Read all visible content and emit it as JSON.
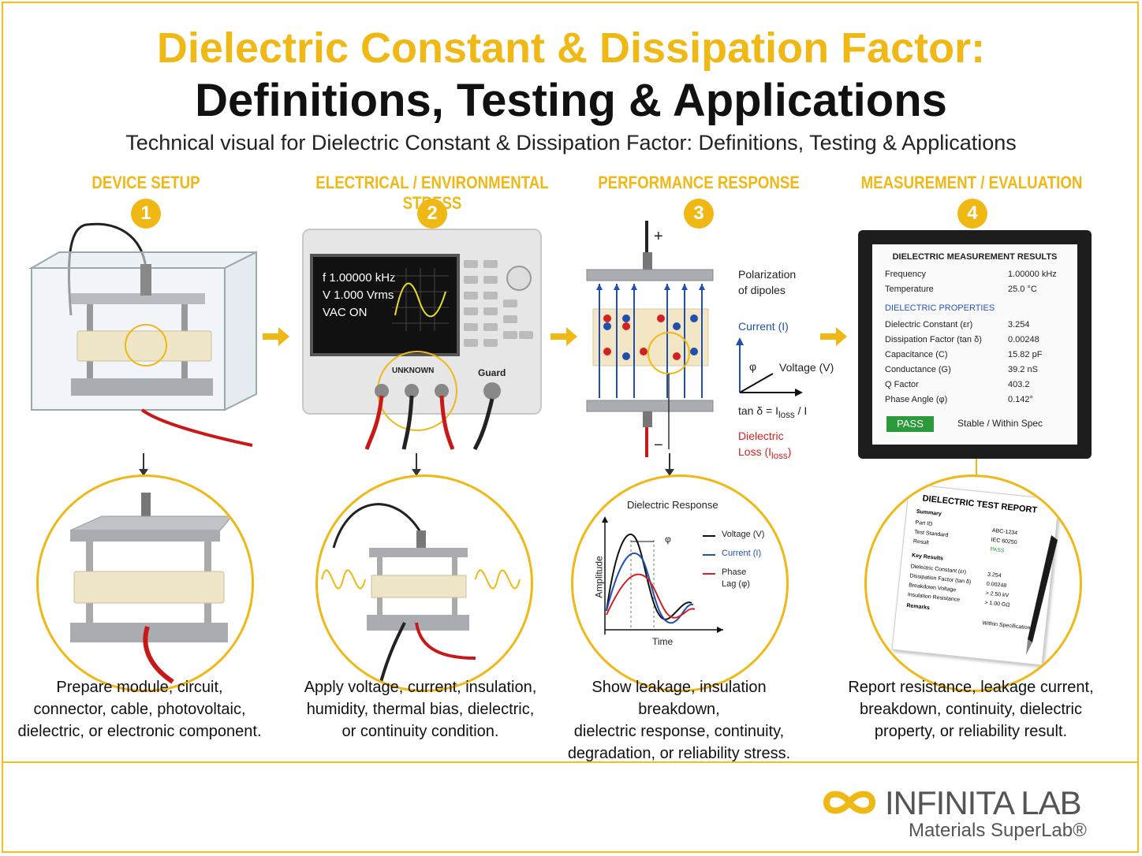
{
  "header": {
    "title_line1": "Dielectric Constant & Dissipation Factor:",
    "title_line2": "Definitions, Testing & Applications",
    "subtitle": "Technical visual for Dielectric Constant & Dissipation Factor: Definitions, Testing & Applications"
  },
  "steps": [
    {
      "number": "1",
      "title": "DEVICE SETUP",
      "caption": [
        "Prepare module, circuit,",
        "connector, cable, photovoltaic,",
        "dielectric, or electronic component."
      ]
    },
    {
      "number": "2",
      "title": "ELECTRICAL / ENVIRONMENTAL STRESS",
      "caption": [
        "Apply voltage, current, insulation,",
        "humidity, thermal bias, dielectric,",
        "or continuity condition."
      ]
    },
    {
      "number": "3",
      "title": "PERFORMANCE RESPONSE",
      "caption": [
        "Show leakage, insulation breakdown,",
        "dielectric response, continuity,",
        "degradation, or reliability stress."
      ]
    },
    {
      "number": "4",
      "title": "MEASUREMENT / EVALUATION",
      "caption": [
        "Report resistance, leakage current,",
        "breakdown, continuity, dielectric",
        "property, or reliability result."
      ]
    }
  ],
  "instrument": {
    "freq": "f   1.00000 kHz",
    "volt": "V   1.000 Vrms",
    "vac": "VAC  ON",
    "unknown_label": "UNKNOWN",
    "guard_label": "Guard"
  },
  "response_diagram": {
    "plus": "+",
    "minus": "−",
    "polarization": [
      "Polarization",
      "of dipoles"
    ],
    "current": "Current (I)",
    "voltage": "Voltage (V)",
    "phi": "φ",
    "tan": "tan δ = I",
    "tan_sub": "loss",
    "tan_tail": " / I",
    "loss_line1": "Dielectric",
    "loss_line2": "Loss  (I",
    "loss_sub": "loss",
    "loss_tail": ")"
  },
  "response_chart": {
    "title": "Dielectric Response",
    "ylabel": "Amplitude",
    "xlabel": "Time",
    "phi": "φ",
    "legend": [
      "Voltage (V)",
      "Current (I)",
      "Phase",
      "Lag (φ)"
    ],
    "colors": {
      "voltage": "#111111",
      "current": "#1f4fb0",
      "phase": "#d42020"
    }
  },
  "results": {
    "header": "DIELECTRIC MEASUREMENT RESULTS",
    "top_rows": [
      {
        "label": "Frequency",
        "value": "1.00000 kHz"
      },
      {
        "label": "Temperature",
        "value": "25.0 °C"
      }
    ],
    "section": "DIELECTRIC PROPERTIES",
    "rows": [
      {
        "label": "Dielectric Constant (εr)",
        "value": "3.254"
      },
      {
        "label": "Dissipation Factor (tan δ)",
        "value": "0.00248"
      },
      {
        "label": "Capacitance (C)",
        "value": "15.82 pF"
      },
      {
        "label": "Conductance (G)",
        "value": "39.2 nS"
      },
      {
        "label": "Q Factor",
        "value": "403.2"
      },
      {
        "label": "Phase Angle (φ)",
        "value": "0.142°"
      }
    ],
    "status": "PASS",
    "status_note": "Stable / Within Spec"
  },
  "report": {
    "title": "DIELECTRIC TEST REPORT",
    "summary": "Summary",
    "fields": [
      {
        "label": "Part ID",
        "value": "ABC-1234"
      },
      {
        "label": "Test Standard",
        "value": "IEC 60250"
      },
      {
        "label": "Result",
        "value": "PASS"
      }
    ],
    "key_results": "Key Results",
    "results": [
      {
        "label": "Dielectric Constant (εr)",
        "value": "3.254"
      },
      {
        "label": "Dissipation Factor (tan δ)",
        "value": "0.00248"
      },
      {
        "label": "Breakdown Voltage",
        "value": "> 2.50 kV"
      },
      {
        "label": "Insulation Resistance",
        "value": "> 1.00 GΩ"
      }
    ],
    "remarks": "Remarks",
    "remarks_value": "Within Specification"
  },
  "brand": {
    "name": "INFINITA LAB",
    "tagline": "Materials SuperLab®",
    "color": "#f0b814"
  }
}
